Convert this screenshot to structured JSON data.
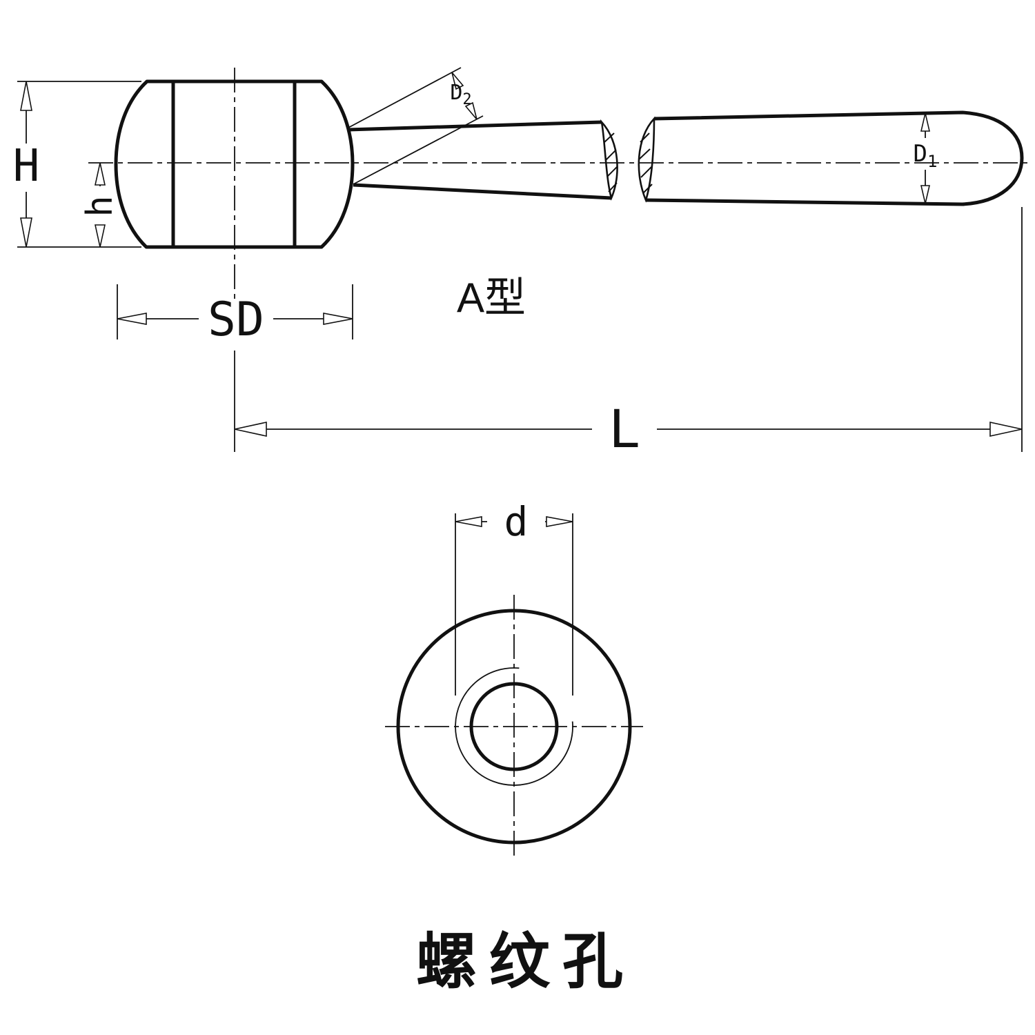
{
  "drawing": {
    "type_label": "A型",
    "bottom_title": "螺纹孔",
    "stroke_color": "#111111",
    "background_color": "#ffffff"
  },
  "dimensions": {
    "height": "H",
    "half_height": "h",
    "ball_diameter": "SD",
    "length": "L",
    "thread_diameter": "d",
    "d_letter": "D",
    "d1_sub": "1",
    "d2_sub": "2"
  }
}
